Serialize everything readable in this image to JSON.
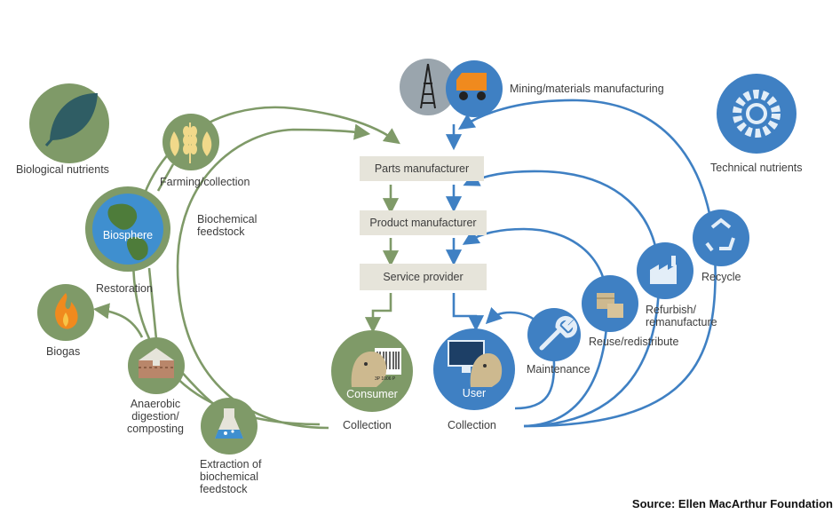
{
  "colors": {
    "green": "#7f9a68",
    "dark_green": "#6e8a5a",
    "blue": "#3f80c3",
    "dark_blue": "#2f6aa8",
    "box": "#e6e4da",
    "grey_circle": "#9aa5ad"
  },
  "left": {
    "biological_nutrients": "Biological nutrients",
    "farming": "Farming/collection",
    "biosphere": "Biosphere",
    "restoration": "Restoration",
    "biochemical_feedstock": "Biochemical\nfeedstock",
    "biogas": "Biogas",
    "anaerobic": "Anaerobic\ndigestion/\ncomposting",
    "extraction": "Extraction of\nbiochemical\nfeedstock",
    "consumer": "Consumer",
    "collection_left": "Collection"
  },
  "center": {
    "mining": "Mining/materials manufacturing",
    "parts": "Parts manufacturer",
    "product": "Product manufacturer",
    "service": "Service provider"
  },
  "right": {
    "technical_nutrients": "Technical nutrients",
    "recycle": "Recycle",
    "refurbish": "Refurbish/\nremanufacture",
    "reuse": "Reuse/redistribute",
    "maintenance": "Maintenance",
    "user": "User",
    "collection_right": "Collection"
  },
  "barcode_text": "3P 1006 P",
  "source": "Source: Ellen MacArthur Foundation"
}
